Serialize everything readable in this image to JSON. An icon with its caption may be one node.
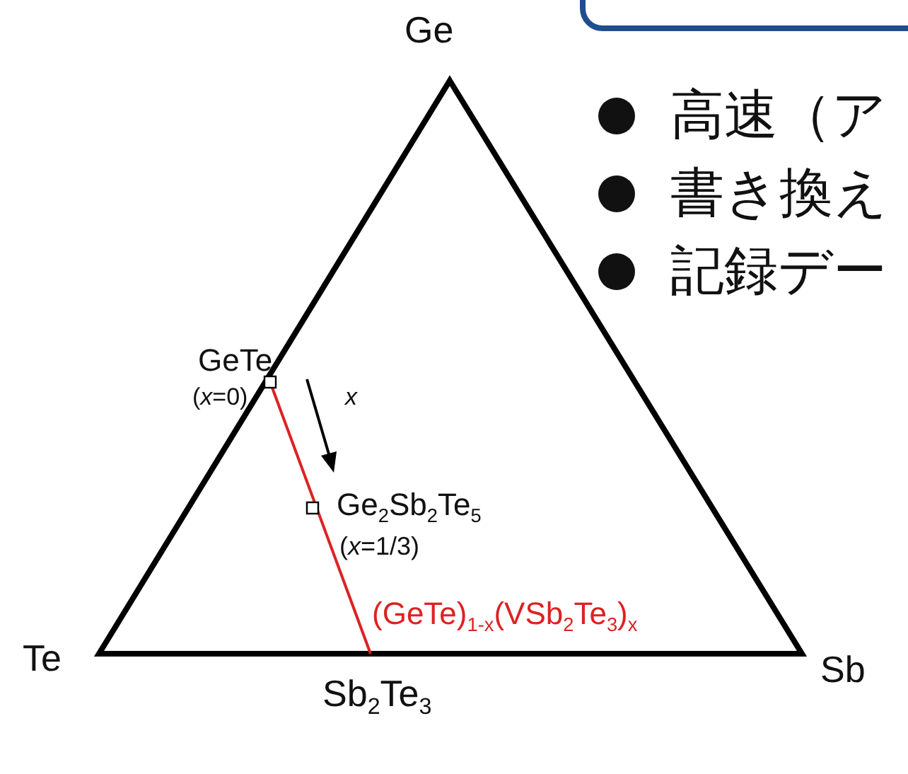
{
  "diagram": {
    "labels": [
      "Ge",
      "GeTe",
      "(*x*=0)",
      "*x*",
      "Ge$_{2}$Sb$_{2}$Te$_{5}$",
      "(*x*=1/3)",
      "(GeTe)$_{1-x}$(VSb$_{2}$Te$_{3}$)$_{x}$",
      "Te",
      "Sb$_{2}$Te$_{3}$",
      "Sb",
      "高速（ア",
      "書き換え",
      "記録デー"
    ]
  }
}
